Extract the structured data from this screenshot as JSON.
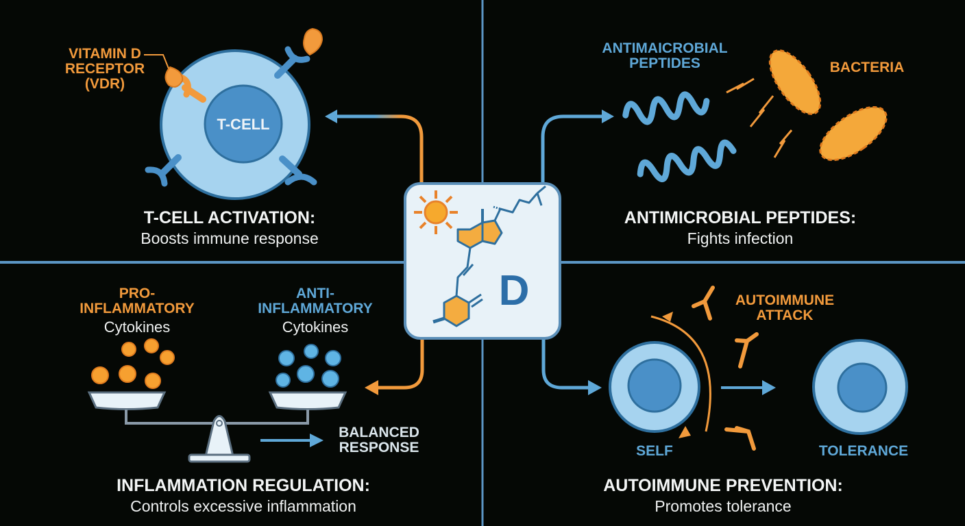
{
  "colors": {
    "background": "#050805",
    "divider": "#5b95c4",
    "orange": "#f29a3c",
    "blue": "#5fa8d8",
    "cell_light": "#a6d3ef",
    "cell_dark": "#4a90c8",
    "center_box": "#e8f2f8"
  },
  "center": {
    "letter": "D",
    "icons": [
      "sun-icon",
      "vitamin-d-molecule-icon"
    ]
  },
  "panels": {
    "tcell": {
      "label_receptor": [
        "VITAMIN D",
        "RECEPTOR",
        "(VDR)"
      ],
      "cell_label": "T-CELL",
      "title": "T-CELL ACTIVATION:",
      "subtitle": "Boosts immune response"
    },
    "antimicrobial": {
      "label_peptides": [
        "ANTIMAICROBIAL",
        "PEPTIDES"
      ],
      "label_bacteria": "BACTERIA",
      "title": "ANTIMICROBIAL PEPTIDES:",
      "subtitle": "Fights infection"
    },
    "inflammation": {
      "pro": [
        "PRO-",
        "INFLAMMATORY"
      ],
      "pro_sub": "Cytokines",
      "anti": [
        "ANTI-",
        "INFLAMMATORY"
      ],
      "anti_sub": "Cytokines",
      "balanced": [
        "BALANCED",
        "RESPONSE"
      ],
      "title": "INFLAMMATION REGULATION:",
      "subtitle": "Controls excessive inflammation"
    },
    "autoimmune": {
      "attack": [
        "AUTOIMMUNE",
        "ATTACK"
      ],
      "self_label": "SELF",
      "tolerance_label": "TOLERANCE",
      "title": "AUTOIMMUNE PREVENTION:",
      "subtitle": "Promotes tolerance"
    }
  }
}
